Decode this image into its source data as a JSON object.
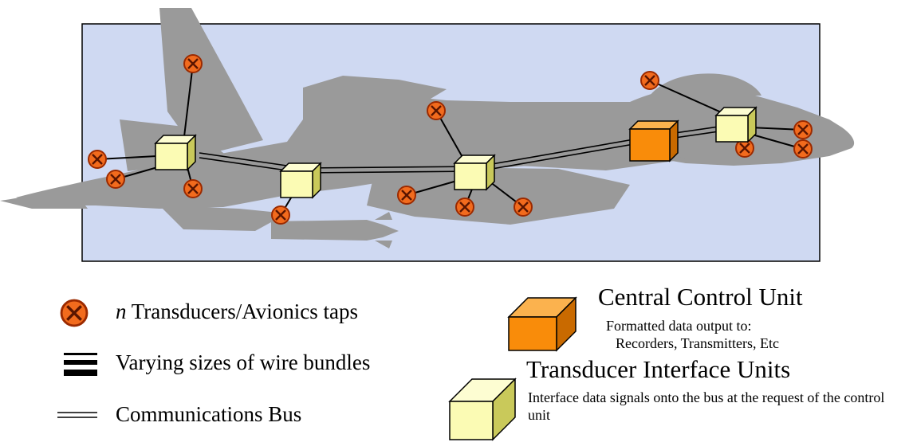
{
  "colors": {
    "panel_bg": "#cfd9f2",
    "aircraft": "#9a9a9a",
    "transducer": "#f26b1d",
    "interface_unit": "#fbfbb4",
    "control_unit": "#f98c0a",
    "wire": "#000000"
  },
  "icons": {
    "transducer": "circle-with-x-icon",
    "interface_unit": "yellow-box-icon",
    "control_unit": "orange-box-icon",
    "wire_bundle": "thick-lines-icon",
    "bus": "double-line-icon"
  },
  "legend": {
    "transducers": {
      "prefix": "n",
      "label": "Transducers/Avionics taps"
    },
    "wire_bundles": {
      "label": "Varying sizes of wire bundles"
    },
    "bus": {
      "label": "Communications Bus"
    },
    "central_control_unit": {
      "title": "Central Control Unit",
      "desc_line1": "Formatted data output to:",
      "desc_line2": "Recorders, Transmitters, Etc"
    },
    "transducer_interface_units": {
      "title": "Transducer Interface Units",
      "desc": "Interface data signals onto the bus at the request of the control unit"
    }
  }
}
